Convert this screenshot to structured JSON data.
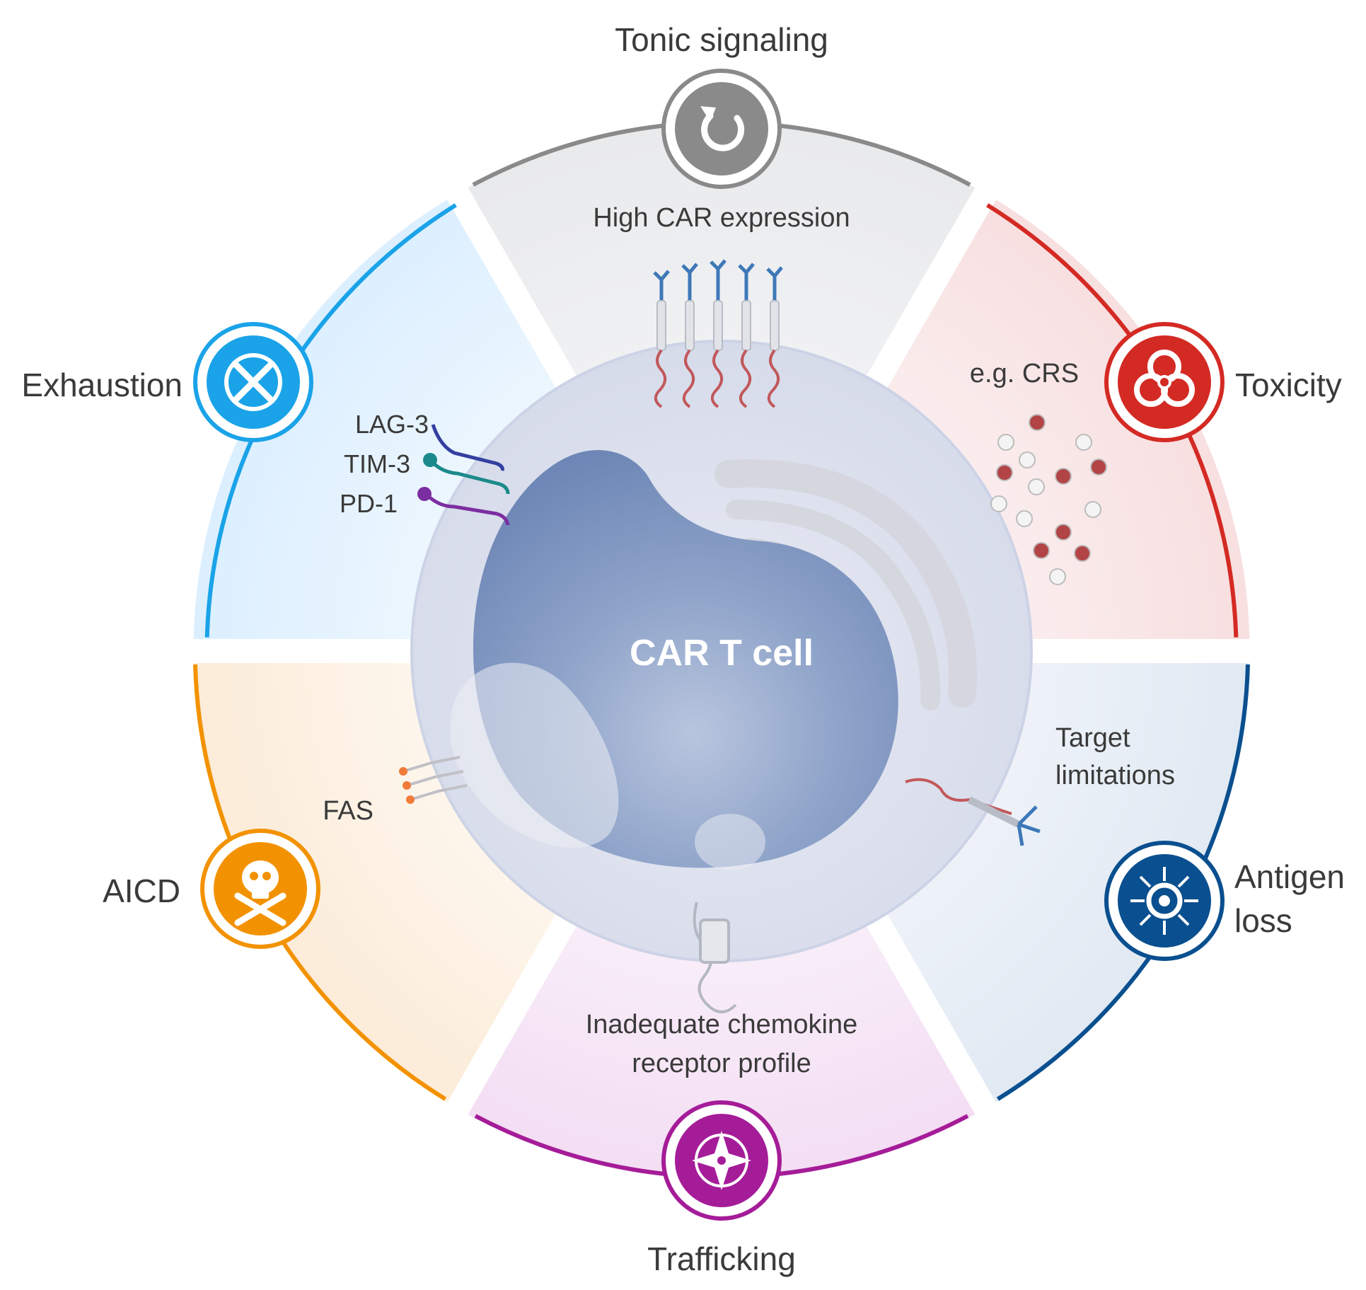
{
  "center": {
    "label": "CAR T cell"
  },
  "segments": [
    {
      "id": "tonic",
      "label": "Tonic signaling",
      "detail": "High CAR expression",
      "color": "#8a8a8a",
      "icon": "refresh-icon"
    },
    {
      "id": "toxicity",
      "label": "Toxicity",
      "detail": "e.g. CRS",
      "color": "#d42a24",
      "icon": "biohazard-icon"
    },
    {
      "id": "antigen",
      "label_line1": "Antigen",
      "label_line2": "loss",
      "detail_line1": "Target",
      "detail_line2": "limitations",
      "color": "#0a4f8f",
      "icon": "virus-icon"
    },
    {
      "id": "trafficking",
      "label": "Trafficking",
      "detail_line1": "Inadequate chemokine",
      "detail_line2": "receptor profile",
      "color": "#a51c98",
      "icon": "compass-icon"
    },
    {
      "id": "aicd",
      "label": "AICD",
      "detail": "FAS",
      "color": "#f39200",
      "icon": "skull-crossbones-icon"
    },
    {
      "id": "exhaustion",
      "label": "Exhaustion",
      "markers": [
        "LAG-3",
        "TIM-3",
        "PD-1"
      ],
      "color": "#1aa3e8",
      "icon": "x-circle-icon"
    }
  ]
}
